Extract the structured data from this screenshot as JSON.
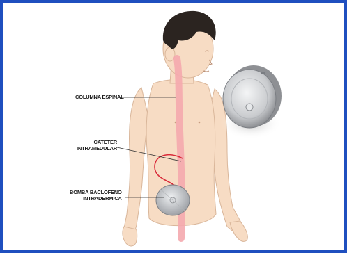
{
  "labels": {
    "spine": "COLUMNA ESPINAL",
    "catheter_line1": "CATETER",
    "catheter_line2": "INTRAMEDULAR",
    "pump_line1": "BOMBA BACLOFENO",
    "pump_line2": "INTRADERMICA"
  },
  "colors": {
    "frame": "#1f4fbf",
    "skin": "#f7dcc4",
    "skin_outline": "#d9b69a",
    "hair": "#2b2420",
    "spine": "#f4a9ae",
    "catheter": "#d92b3a",
    "device": "#c9cbce"
  },
  "icons": [
    "child-figure",
    "spine-highlight",
    "catheter-line",
    "implanted-pump",
    "external-pump-device"
  ]
}
